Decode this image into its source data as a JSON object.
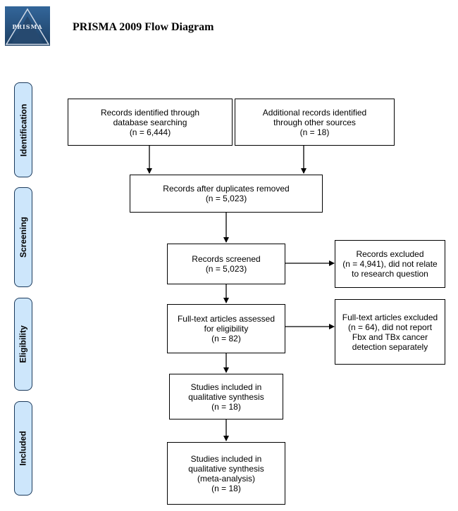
{
  "header": {
    "logo_text": "PRISMA",
    "title": "PRISMA 2009 Flow Diagram"
  },
  "phases": {
    "identification": "Identification",
    "screening": "Screening",
    "eligibility": "Eligibility",
    "included": "Included"
  },
  "boxes": {
    "database_search": [
      "Records identified through",
      "database searching",
      "(n = 6,444)"
    ],
    "other_sources": [
      "Additional records identified",
      "through other sources",
      "(n = 18)"
    ],
    "after_duplicates": [
      "Records after duplicates removed",
      "(n = 5,023)"
    ],
    "screened": [
      "Records screened",
      "(n = 5,023)"
    ],
    "excluded": [
      "Records excluded",
      "(n = 4,941), did not relate",
      "to research question"
    ],
    "fulltext_assessed": [
      "Full-text articles assessed",
      "for eligibility",
      "(n = 82)"
    ],
    "fulltext_excluded": [
      "Full-text articles excluded",
      "(n = 64), did not report",
      "Fbx and TBx cancer",
      "detection separately"
    ],
    "qualitative": [
      "Studies included in",
      "qualitative synthesis",
      "(n = 18)"
    ],
    "quantitative": [
      "Studies included in",
      "qualitative synthesis",
      "(meta-analysis)",
      "(n = 18)"
    ]
  }
}
